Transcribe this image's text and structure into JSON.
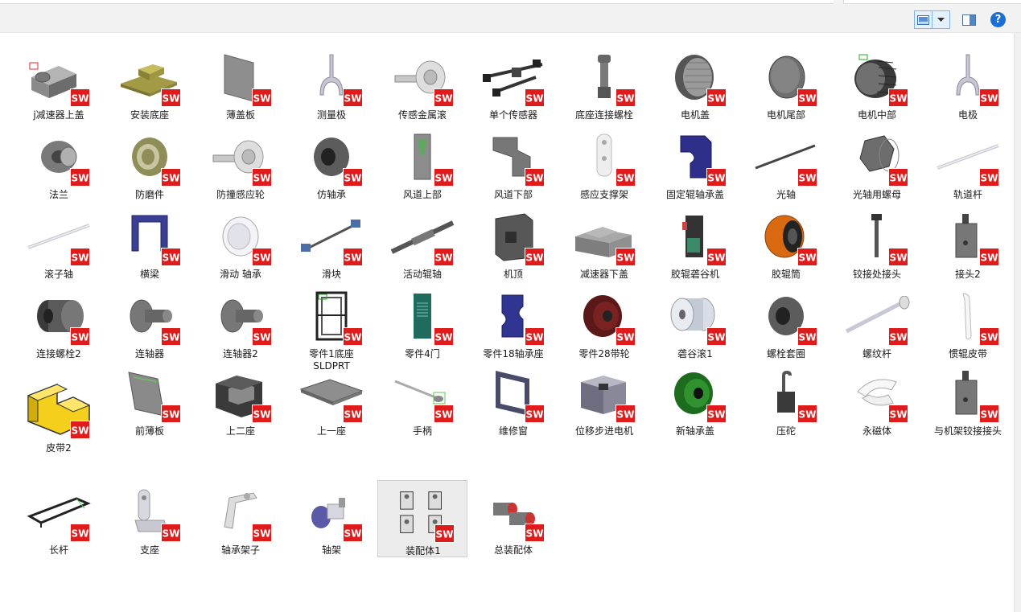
{
  "toolbar": {
    "view_icon": "large-icons-view-icon",
    "view_menu_icon": "chevron-down-icon",
    "pane_icon": "preview-pane-icon",
    "help_label": "?"
  },
  "badge": {
    "text": "SW",
    "color": "#e01b1b"
  },
  "files": [
    {
      "label": "j减速器上盖",
      "icon": "gearbox-cover"
    },
    {
      "label": "安装底座",
      "icon": "mounting-base"
    },
    {
      "label": "薄盖板",
      "icon": "thin-plate"
    },
    {
      "label": "测量极",
      "icon": "fork"
    },
    {
      "label": "传感金属滚",
      "icon": "disc-shaft"
    },
    {
      "label": "单个传感器",
      "icon": "sensor-frame"
    },
    {
      "label": "底座连接螺栓",
      "icon": "bolt"
    },
    {
      "label": "电机盖",
      "icon": "motor-cap"
    },
    {
      "label": "电机尾部",
      "icon": "round-cap"
    },
    {
      "label": "电机中部",
      "icon": "motor-body"
    },
    {
      "label": "电极",
      "icon": "fork"
    },
    {
      "label": "法兰",
      "icon": "flange"
    },
    {
      "label": "防磨件",
      "icon": "ring-olive"
    },
    {
      "label": "防撞感应轮",
      "icon": "disc-shaft"
    },
    {
      "label": "仿轴承",
      "icon": "ring-gray"
    },
    {
      "label": "风道上部",
      "icon": "duct-upper"
    },
    {
      "label": "风道下部",
      "icon": "duct-lower"
    },
    {
      "label": "感应支撑架",
      "icon": "bracket"
    },
    {
      "label": "固定辊轴承盖",
      "icon": "blue-block"
    },
    {
      "label": "光轴",
      "icon": "rod"
    },
    {
      "label": "光轴用螺母",
      "icon": "hex-nut"
    },
    {
      "label": "轨道杆",
      "icon": "rod-light"
    },
    {
      "label": "滚子轴",
      "icon": "rod-light"
    },
    {
      "label": "横梁",
      "icon": "blue-frame"
    },
    {
      "label": "滑动  轴承",
      "icon": "bushing"
    },
    {
      "label": "滑块",
      "icon": "slider"
    },
    {
      "label": "活动辊轴",
      "icon": "long-shaft"
    },
    {
      "label": "机顶",
      "icon": "machine-top"
    },
    {
      "label": "减速器下盖",
      "icon": "gearbox-lower"
    },
    {
      "label": "胶辊砻谷机",
      "icon": "huller"
    },
    {
      "label": "胶辊筒",
      "icon": "orange-drum"
    },
    {
      "label": "铰接处接头",
      "icon": "t-joint"
    },
    {
      "label": "接头2",
      "icon": "joint2"
    },
    {
      "label": "连接螺栓2",
      "icon": "cylinder"
    },
    {
      "label": "连轴器",
      "icon": "mushroom"
    },
    {
      "label": "连轴器2",
      "icon": "mushroom"
    },
    {
      "label": "零件1底座\nSLDPRT",
      "icon": "cage"
    },
    {
      "label": "零件4门",
      "icon": "green-door"
    },
    {
      "label": "零件18轴承座",
      "icon": "blue-seat"
    },
    {
      "label": "零件28带轮",
      "icon": "pulley"
    },
    {
      "label": "砻谷滚1",
      "icon": "drum-light"
    },
    {
      "label": "螺栓套圈",
      "icon": "ring-gray"
    },
    {
      "label": "螺纹杆",
      "icon": "screw-rod"
    },
    {
      "label": "惯辊皮带",
      "icon": "belt"
    },
    {
      "label": "皮带2",
      "icon": "yellow-block"
    },
    {
      "label": "前薄板",
      "icon": "thin-plate2"
    },
    {
      "label": "上二座",
      "icon": "upper-seat"
    },
    {
      "label": "上一座",
      "icon": "flat-plate"
    },
    {
      "label": "手柄",
      "icon": "handle"
    },
    {
      "label": "维修窗",
      "icon": "window-frame"
    },
    {
      "label": "位移步进电机",
      "icon": "stepper"
    },
    {
      "label": "新轴承盖",
      "icon": "green-pulley"
    },
    {
      "label": "压砣",
      "icon": "hook-weight"
    },
    {
      "label": "永磁体",
      "icon": "magnet"
    },
    {
      "label": "与机架铰接接头",
      "icon": "joint2"
    },
    {
      "label": "长杆",
      "icon": "long-frame"
    },
    {
      "label": "支座",
      "icon": "support"
    },
    {
      "label": "轴承架子",
      "icon": "bearing-arm"
    },
    {
      "label": "轴架",
      "icon": "shaft-mount"
    },
    {
      "label": "装配体1",
      "icon": "drawing"
    },
    {
      "label": "总装配体",
      "icon": "assembly"
    }
  ]
}
